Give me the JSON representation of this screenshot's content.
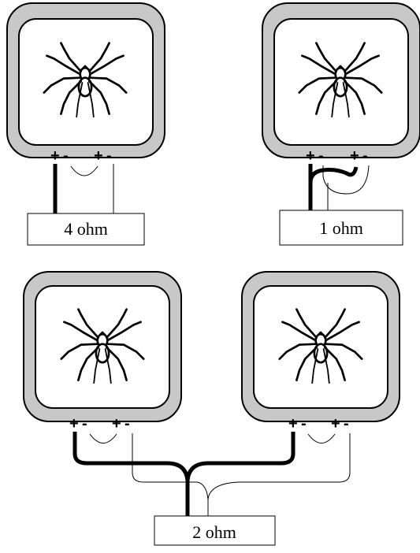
{
  "diagrams": [
    {
      "speakers": [
        {
          "terminals": [
            "+",
            "-",
            "+",
            "-"
          ]
        }
      ],
      "load_label": "4 ohm"
    },
    {
      "speakers": [
        {
          "terminals": [
            "+",
            "-",
            "+",
            "-"
          ]
        }
      ],
      "load_label": "1 ohm"
    },
    {
      "speakers": [
        {
          "terminals": [
            "+",
            "-",
            "+",
            "-"
          ]
        },
        {
          "terminals": [
            "+",
            "-",
            "+",
            "-"
          ]
        }
      ],
      "load_label": "2 ohm"
    }
  ],
  "colors": {
    "cabinet_fill": "#c8c8c8",
    "outline": "#000000",
    "screen": "#ffffff"
  }
}
